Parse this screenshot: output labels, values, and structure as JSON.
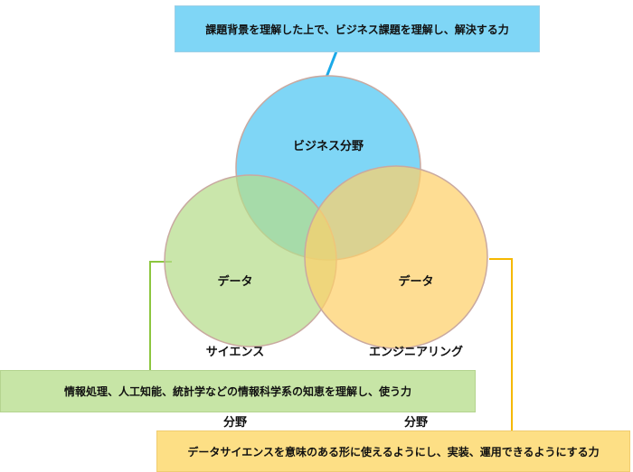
{
  "colors": {
    "business": "#7fd6f6",
    "science": "#c7e5a6",
    "engineering": "#fdd97f",
    "blue_line": "#1aa9e8",
    "green_line": "#8cc63f",
    "yellow_line": "#f5b800"
  },
  "circles": {
    "business": "ビジネス分野",
    "science": [
      "データ",
      "サイエンス",
      "分野"
    ],
    "engineering": [
      "データ",
      "エンジニアリング",
      "分野"
    ]
  },
  "descriptions": {
    "business": "課題背景を理解した上で、ビジネス課題を理解し、解決する力",
    "science": "情報処理、人工知能、統計学などの情報科学系の知恵を理解し、使う力",
    "engineering": "データサイエンスを意味のある形に使えるようにし、実装、運用できるようにする力"
  }
}
